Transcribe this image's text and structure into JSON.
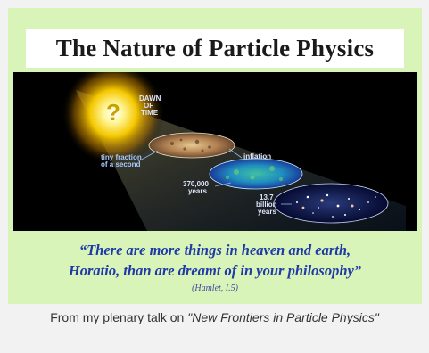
{
  "slide": {
    "title": "The Nature of Particle Physics",
    "illustration": {
      "labels": {
        "dawn": [
          "DAWN",
          "OF",
          "TIME"
        ],
        "question_mark": "?",
        "tiny_fraction": [
          "tiny fraction",
          "of a second"
        ],
        "inflation": "inflation",
        "years_370000": [
          "370,000",
          "years"
        ],
        "billion_years": [
          "13.7",
          "billion",
          "years"
        ]
      }
    },
    "quote_line1": "“There are more things in heaven and earth,",
    "quote_line2": "Horatio, than are dreamt of in your philosophy”",
    "citation": "(Hamlet, I.5)",
    "colors": {
      "background": "#d8f4b8",
      "quote": "#1f3aa8"
    }
  },
  "caption": {
    "prefix": "From my plenary talk on ",
    "talk_title": "\"New Frontiers in Particle Physics\""
  }
}
